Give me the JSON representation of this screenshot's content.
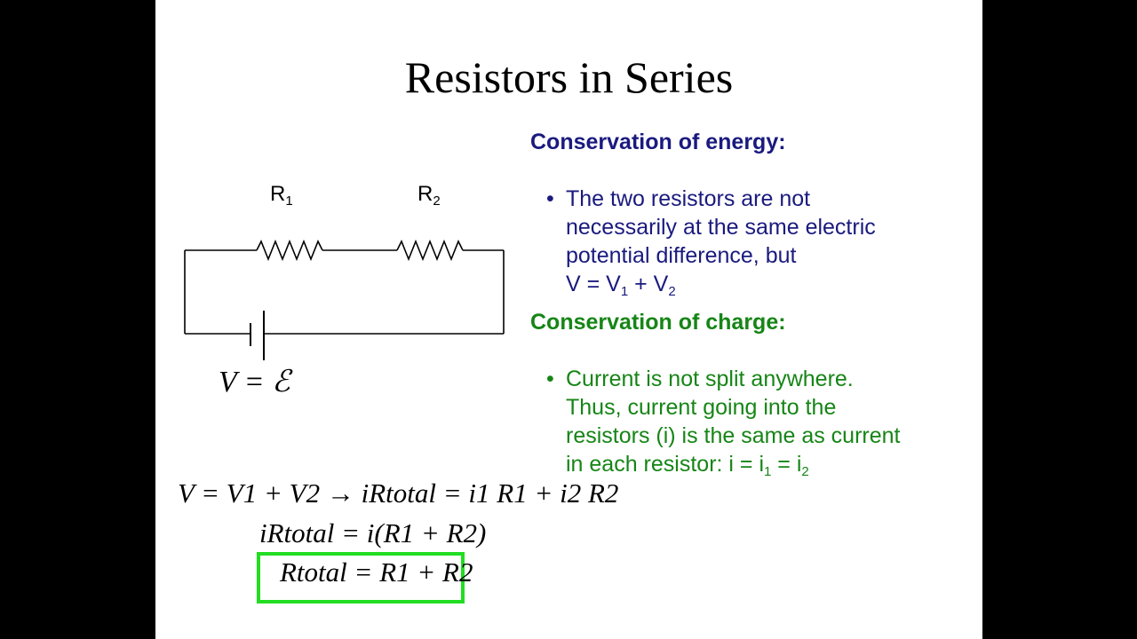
{
  "slide": {
    "title": "Resistors in Series"
  },
  "diagram": {
    "r1_label": "R",
    "r1_sub": "1",
    "r2_label": "R",
    "r2_sub": "2",
    "source_eq": "V = ℰ"
  },
  "equations": {
    "line1": "V = V1 + V2 → iRtotal = i1 R1 + i2 R2",
    "line2": "iRtotal = i(R1 + R2)",
    "line3_boxed": "Rtotal = R1 + R2"
  },
  "energy": {
    "heading": "Conservation of energy:",
    "bullet_symbol": "•",
    "bullet_line1": "The two resistors are not",
    "bullet_line2": "necessarily at the same electric",
    "bullet_line3": "potential difference, but",
    "bullet_line4_v": "V = V",
    "bullet_line4_sub1": "1",
    "bullet_line4_plus": " + V",
    "bullet_line4_sub2": "2"
  },
  "charge": {
    "heading": "Conservation of charge:",
    "bullet_symbol": "•",
    "bullet_line1": "Current is not split anywhere.",
    "bullet_line2": "Thus, current going into the",
    "bullet_line3": "resistors (i) is the same as current",
    "bullet_line4_a": "in each resistor: i = i",
    "bullet_line4_sub1": "1",
    "bullet_line4_b": " = i",
    "bullet_line4_sub2": "2"
  },
  "colors": {
    "energy_text": "#1a1a7f",
    "charge_text": "#168516",
    "highlight_box": "#22dd22",
    "letterbox": "#000000"
  }
}
